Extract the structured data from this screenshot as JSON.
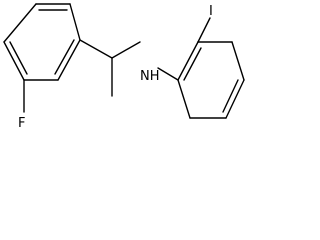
{
  "molecule": {
    "labels": {
      "fluorine": "F",
      "amine": "NH",
      "iodine": "I"
    },
    "colors": {
      "bond": "#000000",
      "label": "#000000",
      "background": "#ffffff"
    }
  }
}
